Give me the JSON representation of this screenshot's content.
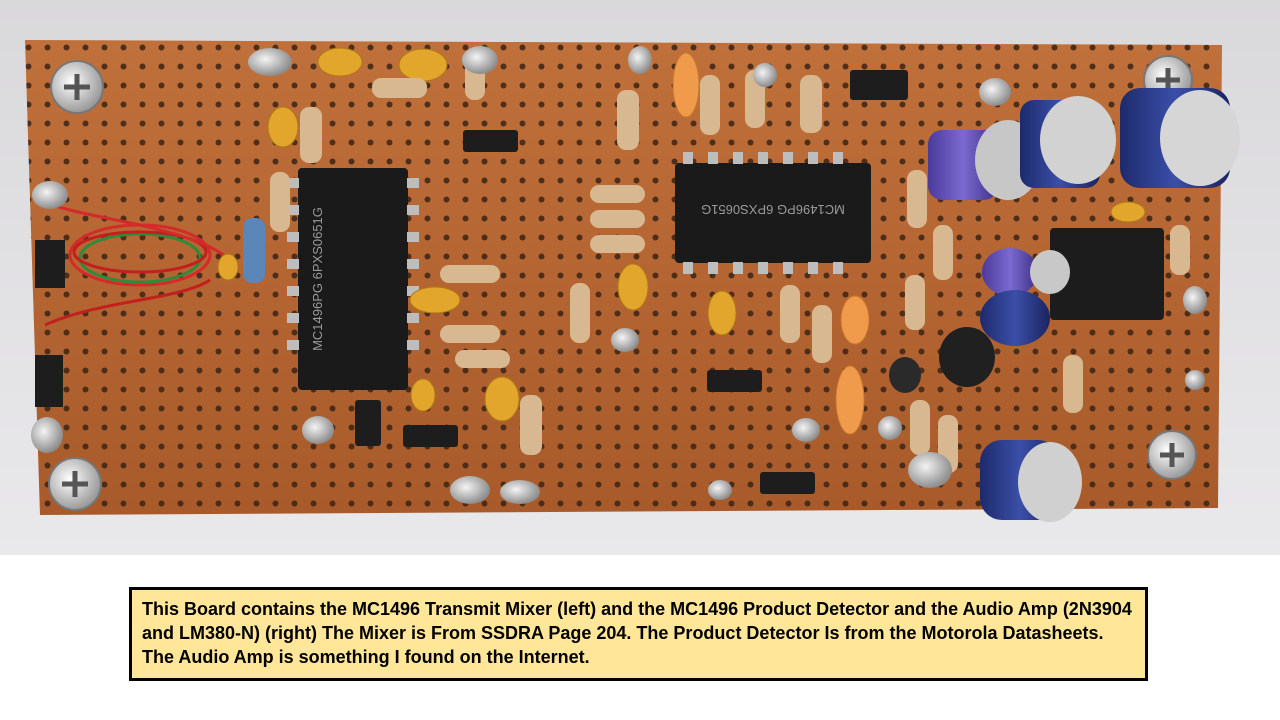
{
  "photo": {
    "subject": "perfboard-circuit-photo",
    "ic_left_marking": "MC1496PG 6PXS0651G",
    "ic_right_marking": "MC1496PG 6PXS0651G"
  },
  "caption": {
    "text": "This Board contains the MC1496 Transmit Mixer (left) and the MC1496 Product Detector and the Audio Amp (2N3904 and LM380-N) (right)   The Mixer is From SSDRA Page 204.  The Product Detector Is from the Motorola Datasheets. The Audio Amp is something I found on the Internet."
  },
  "colors": {
    "board": "#b5652f",
    "caption_background": "#ffe699",
    "caption_border": "#000000"
  }
}
